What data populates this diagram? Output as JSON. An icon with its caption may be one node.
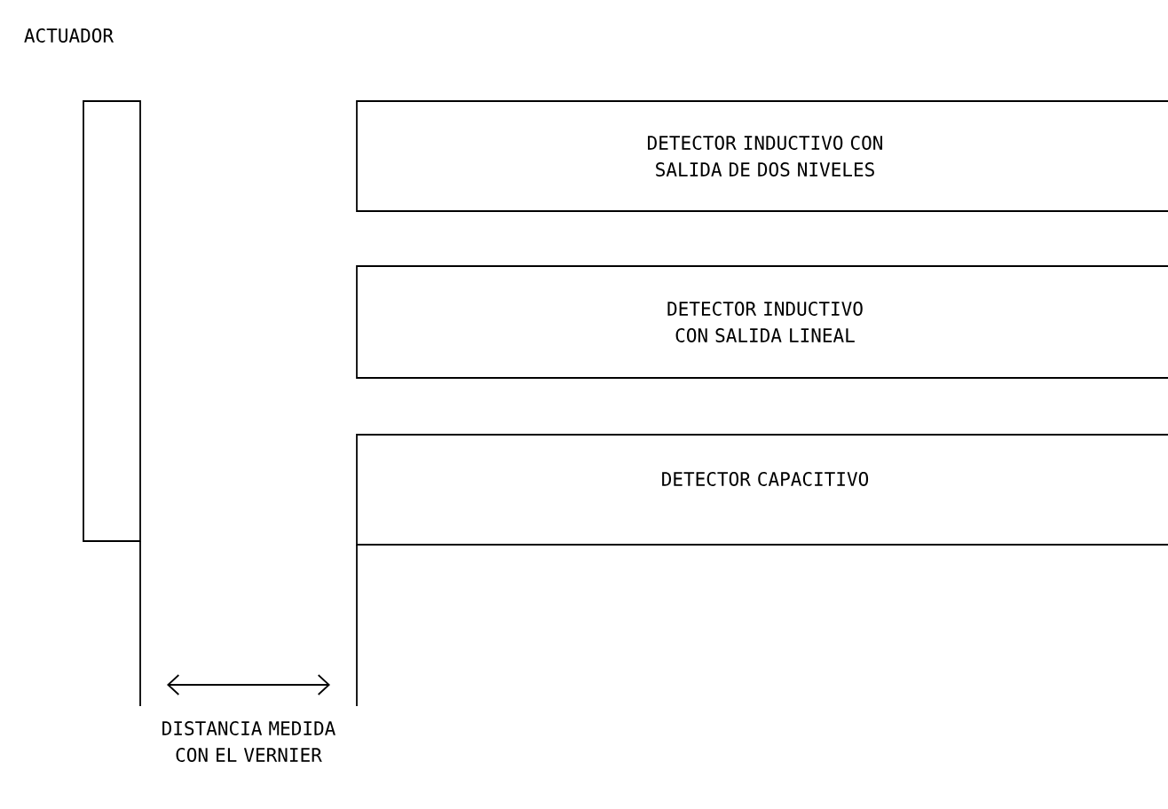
{
  "diagram": {
    "nodes": [
      {
        "text": [
          "ACTUADOR"
        ]
      },
      {
        "text": [
          "DETECTOR INDUCTIVO CON SALIDA DE DOS NIVELES"
        ]
      },
      {
        "text": [
          "DETECTOR INDUCTIVO CON SALIDA LINEAL"
        ]
      },
      {
        "text": [
          "DETECTOR CAPACITIVO"
        ]
      }
    ],
    "labels": [
      "DISTANCIA MEDIDA CON EL VERNIER"
    ]
  }
}
